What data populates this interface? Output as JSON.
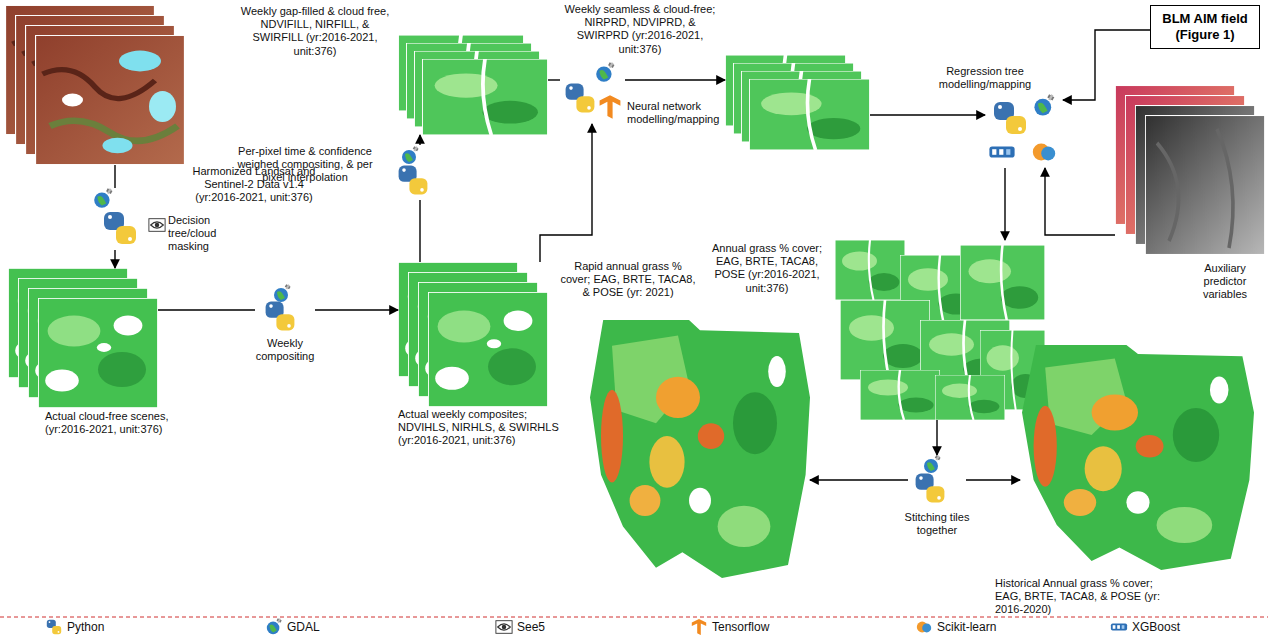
{
  "diagram": {
    "nodes": [
      {
        "text": [
          "Harmonized Landsat and Sentinel-2 Data v1.4 (yr:2016-2021, unit:376)"
        ]
      },
      {
        "text": [
          "Decision tree/cloud masking"
        ]
      },
      {
        "text": [
          "Actual cloud-free scenes, (yr:2016-2021, unit:376)"
        ]
      },
      {
        "text": [
          "Weekly compositing"
        ]
      },
      {
        "text": [
          "Actual weekly composites; NDVIHLS, NIRHLS, & SWIRHLS (yr:2016-2021, unit:376)"
        ]
      },
      {
        "text": [
          "Per-pixel time & confidence weighed compositing, & per pixel interpolation"
        ]
      },
      {
        "text": [
          "Weekly gap-filled & cloud free, NDVIFILL, NIRFILL, & SWIRFILL (yr:2016-2021, unit:376)"
        ]
      },
      {
        "text": [
          "Neural network modelling/mapping"
        ]
      },
      {
        "text": [
          "Weekly seamless & cloud-free; NIRPRD, NDVIPRD, & SWIRPRD (yr:2016-2021, unit:376)"
        ]
      },
      {
        "text": [
          "BLM AIM field (Figure 1)"
        ]
      },
      {
        "text": [
          "Regression tree modelling/mapping"
        ]
      },
      {
        "text": [
          "Auxiliary predictor variables"
        ]
      },
      {
        "text": [
          "Annual grass % cover; EAG, BRTE, TACA8, POSE (yr:2016-2021, unit:376)"
        ]
      },
      {
        "text": [
          "Stitching tiles together"
        ]
      },
      {
        "text": [
          "Rapid annual grass % cover; EAG, BRTE, TACA8, & POSE (yr: 2021)"
        ]
      },
      {
        "text": [
          "Historical Annual grass % cover; EAG, BRTE, TACA8, & POSE (yr: 2016-2020)"
        ]
      }
    ],
    "edges": [
      {
        "from": 0,
        "to": 1,
        "arrow": "none"
      },
      {
        "from": 1,
        "to": 2,
        "arrow": "to"
      },
      {
        "from": 2,
        "to": 3,
        "arrow": "none"
      },
      {
        "from": 3,
        "to": 4,
        "arrow": "to"
      },
      {
        "from": 4,
        "to": 5,
        "arrow": "none"
      },
      {
        "from": 5,
        "to": 6,
        "arrow": "to"
      },
      {
        "from": 4,
        "to": 7,
        "arrow": "to"
      },
      {
        "from": 6,
        "to": 7,
        "arrow": "none"
      },
      {
        "from": 7,
        "to": 8,
        "arrow": "to"
      },
      {
        "from": 8,
        "to": 10,
        "arrow": "to"
      },
      {
        "from": 9,
        "to": 10,
        "arrow": "to"
      },
      {
        "from": 11,
        "to": 10,
        "arrow": "to"
      },
      {
        "from": 10,
        "to": 12,
        "arrow": "to"
      },
      {
        "from": 12,
        "to": 13,
        "arrow": "to"
      },
      {
        "from": 13,
        "to": 14,
        "arrow": "to"
      },
      {
        "from": 13,
        "to": 15,
        "arrow": "to"
      }
    ],
    "legend": [
      {
        "text": "Python"
      },
      {
        "text": "GDAL"
      },
      {
        "text": "See5"
      },
      {
        "text": "Tensorflow"
      },
      {
        "text": "Scikit-learn"
      },
      {
        "text": "XGBoost"
      }
    ]
  }
}
